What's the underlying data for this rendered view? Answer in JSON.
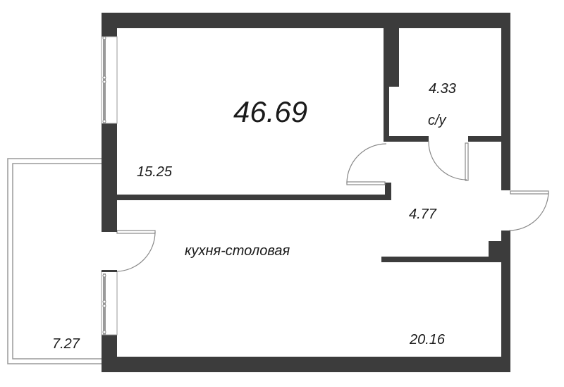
{
  "plan": {
    "total_area": "46.69",
    "rooms": [
      {
        "id": "bedroom",
        "area": "15.25"
      },
      {
        "id": "bathroom",
        "area": "4.33",
        "name": "с/у"
      },
      {
        "id": "hallway",
        "area": "4.77"
      },
      {
        "id": "kitchen-dining",
        "area": "20.16",
        "name": "кухня-столовая"
      },
      {
        "id": "balcony",
        "area": "7.27"
      }
    ]
  },
  "colors": {
    "wall": "#3c3c3c",
    "window_frame": "#9a9a9a",
    "line": "#888888",
    "text": "#1a1a1a",
    "background": "#ffffff"
  }
}
